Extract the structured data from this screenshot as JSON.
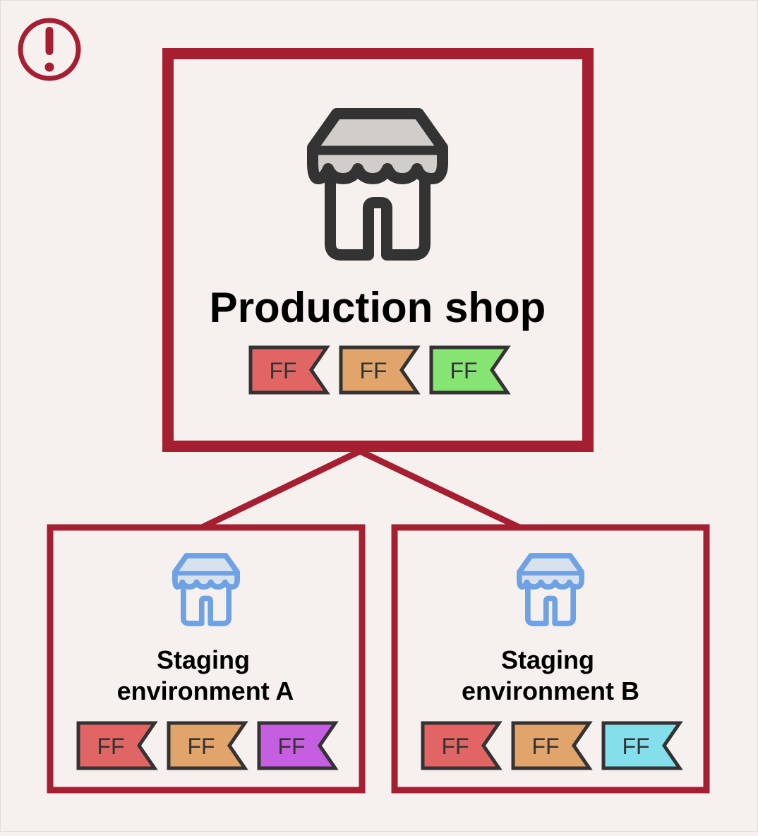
{
  "colors": {
    "background": "#f6f1ef",
    "accent": "#a51f31",
    "icon_dark": "#333333",
    "icon_dark_awning": "#d0cdca",
    "icon_blue": "#6ea2e3",
    "icon_blue_awning": "#d8e2ee"
  },
  "warning_icon": "exclamation-circle-icon",
  "production": {
    "title": "Production shop",
    "icon": "shop-icon",
    "flags": [
      {
        "label": "FF",
        "color": "#e06564"
      },
      {
        "label": "FF",
        "color": "#e1a46b"
      },
      {
        "label": "FF",
        "color": "#86e572"
      }
    ]
  },
  "staging": [
    {
      "title_line1": "Staging",
      "title_line2": "environment A",
      "icon": "shop-icon",
      "flags": [
        {
          "label": "FF",
          "color": "#e06564"
        },
        {
          "label": "FF",
          "color": "#e1a46b"
        },
        {
          "label": "FF",
          "color": "#c55ee0"
        }
      ]
    },
    {
      "title_line1": "Staging",
      "title_line2": "environment B",
      "icon": "shop-icon",
      "flags": [
        {
          "label": "FF",
          "color": "#e06564"
        },
        {
          "label": "FF",
          "color": "#e1a46b"
        },
        {
          "label": "FF",
          "color": "#84dfea"
        }
      ]
    }
  ]
}
